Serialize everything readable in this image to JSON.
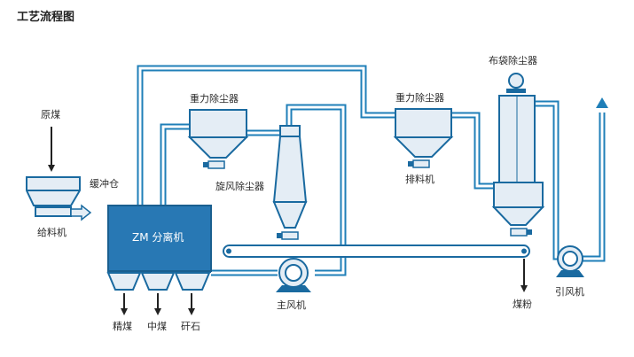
{
  "title": "工艺流程图",
  "colors": {
    "pipe_blue": "#1f7fb8",
    "equipment_fill": "#e4edf5",
    "equipment_stroke": "#1a6aa0",
    "separator_fill": "#2878b4",
    "text": "#2b2b2b"
  },
  "labels": {
    "raw_coal": "原煤",
    "feeder": "给料机",
    "buffer_bin": "缓冲仓",
    "separator": "ZM 分离机",
    "gravity_dust_collector_1": "重力除尘器",
    "cyclone_dust_collector": "旋风除尘器",
    "gravity_dust_collector_2": "重力除尘器",
    "discharge_machine": "排料机",
    "bag_dust_collector": "布袋除尘器",
    "main_fan": "主风机",
    "induced_fan": "引风机",
    "coal_powder": "煤粉",
    "clean_coal": "精煤",
    "middle_coal": "中煤",
    "gangue": "矸石"
  }
}
